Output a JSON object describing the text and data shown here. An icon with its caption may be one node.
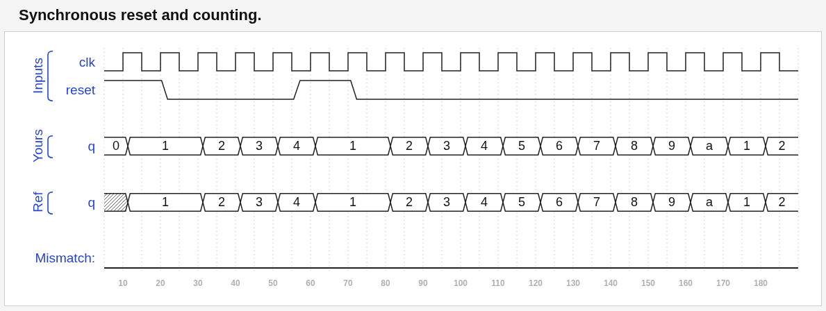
{
  "diagram": {
    "title": "Synchronous reset and counting.",
    "nodes": [
      {
        "text": [
          "0"
        ]
      },
      {
        "text": [
          "1"
        ]
      },
      {
        "text": [
          "2"
        ]
      },
      {
        "text": [
          "3"
        ]
      },
      {
        "text": [
          "4"
        ]
      },
      {
        "text": [
          "1"
        ]
      },
      {
        "text": [
          "2"
        ]
      },
      {
        "text": [
          "3"
        ]
      },
      {
        "text": [
          "4"
        ]
      },
      {
        "text": [
          "5"
        ]
      },
      {
        "text": [
          "6"
        ]
      },
      {
        "text": [
          "7"
        ]
      },
      {
        "text": [
          "8"
        ]
      },
      {
        "text": [
          "9"
        ]
      },
      {
        "text": [
          "a"
        ]
      },
      {
        "text": [
          "1"
        ]
      },
      {
        "text": [
          "2"
        ]
      },
      {
        "text": [],
        "shape": "hexagon"
      },
      {
        "text": [
          "1"
        ]
      },
      {
        "text": [
          "2"
        ]
      },
      {
        "text": [
          "3"
        ]
      },
      {
        "text": [
          "4"
        ]
      },
      {
        "text": [
          "1"
        ]
      },
      {
        "text": [
          "2"
        ]
      },
      {
        "text": [
          "3"
        ]
      },
      {
        "text": [
          "4"
        ]
      },
      {
        "text": [
          "5"
        ]
      },
      {
        "text": [
          "6"
        ]
      },
      {
        "text": [
          "7"
        ]
      },
      {
        "text": [
          "8"
        ]
      },
      {
        "text": [
          "9"
        ]
      },
      {
        "text": [
          "a"
        ]
      },
      {
        "text": [
          "1"
        ]
      },
      {
        "text": [
          "2"
        ]
      }
    ],
    "labels": [
      "Inputs",
      "clk",
      "reset",
      "Yours",
      "q",
      "Ref",
      "q",
      "Mismatch:",
      "10",
      "20",
      "30",
      "40",
      "50",
      "60",
      "70",
      "80",
      "90",
      "100",
      "110",
      "120",
      "130",
      "140",
      "150",
      "160",
      "170",
      "180"
    ]
  }
}
